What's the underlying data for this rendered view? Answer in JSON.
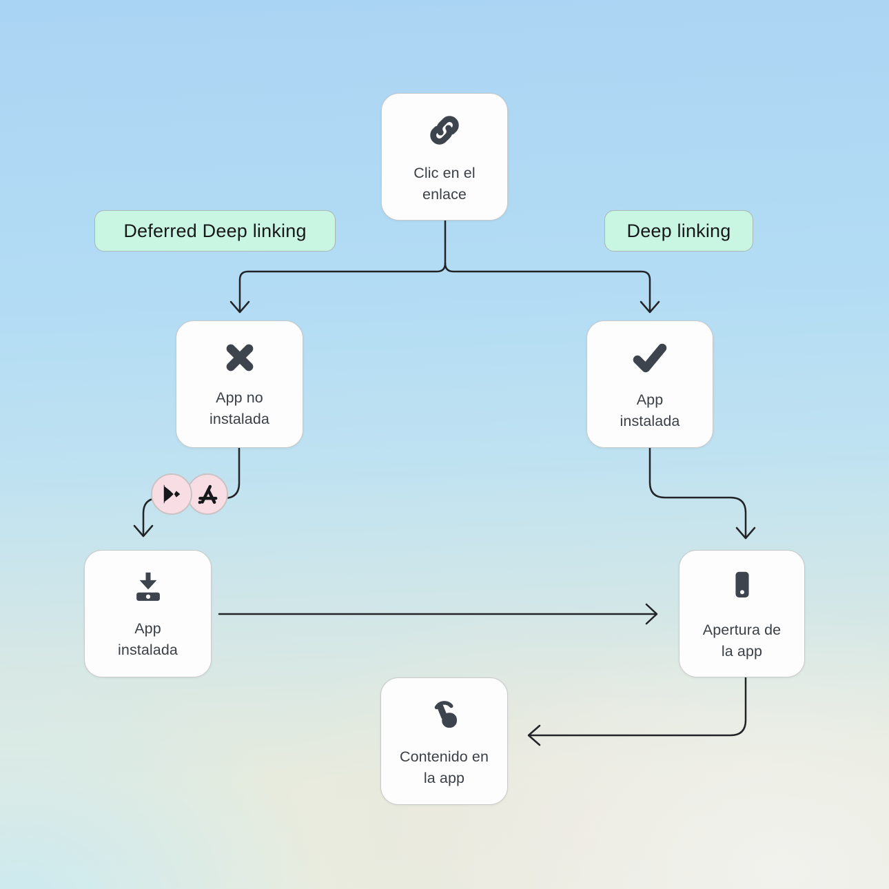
{
  "title": "Deep linking flow diagram",
  "colors": {
    "mint_badge": "#c9f6e3",
    "pink_circle": "#f8dee4",
    "connector_ink": "#212326",
    "icon_dark": "#3e444e",
    "node_background": "#fdfdfd",
    "background_top": "#aad4f3",
    "background_bottom": "#e9ecdf"
  },
  "badges": {
    "deferred": "Deferred Deep linking",
    "deep": "Deep linking"
  },
  "nodes": {
    "click": {
      "icon": "link-icon",
      "line1": "Clic en el",
      "line2": "enlace"
    },
    "app_not_installed": {
      "icon": "x-icon",
      "line1": "App no",
      "line2": "instalada"
    },
    "app_installed_right": {
      "icon": "check-icon",
      "line1": "App",
      "line2": "instalada"
    },
    "app_installed_left": {
      "icon": "download-icon",
      "line1": "App",
      "line2": "instalada"
    },
    "app_open": {
      "icon": "phone-icon",
      "line1": "Apertura de",
      "line2": "la app"
    },
    "app_content": {
      "icon": "tap-icon",
      "line1": "Contenido en",
      "line2": "la app"
    }
  },
  "stores": {
    "play": "play-store-icon",
    "appstore": "app-store-icon"
  }
}
